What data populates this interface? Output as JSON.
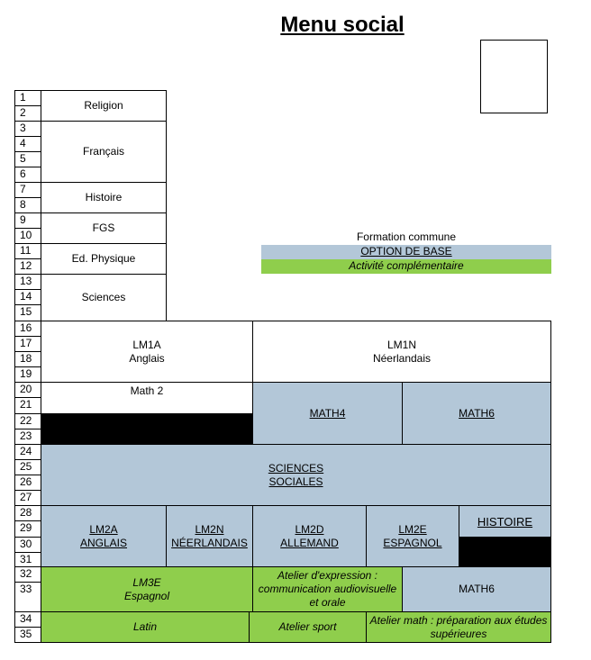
{
  "title": "Menu social",
  "row_numbers": [
    "1",
    "2",
    "3",
    "4",
    "5",
    "6",
    "7",
    "8",
    "9",
    "10",
    "11",
    "12",
    "13",
    "14",
    "15",
    "16",
    "17",
    "18",
    "19",
    "20",
    "21",
    "22",
    "23",
    "24",
    "25",
    "26",
    "27",
    "28",
    "29",
    "30",
    "31",
    "32",
    "33",
    "34",
    "35"
  ],
  "common": {
    "religion": "Religion",
    "francais": "Français",
    "histoire": "Histoire",
    "fgs": "FGS",
    "ed_physique": "Ed. Physique",
    "sciences": "Sciences"
  },
  "legend": {
    "formation_commune": "Formation commune",
    "option_de_base": "OPTION DE BASE",
    "activite_complementaire": "Activité complémentaire"
  },
  "lm1a": {
    "line1": "LM1A",
    "line2": "Anglais"
  },
  "lm1n": {
    "line1": "LM1N",
    "line2": "Néerlandais"
  },
  "math2": "Math 2",
  "math4": "MATH4",
  "math6_top": "MATH6",
  "sciences_sociales": {
    "line1": "SCIENCES",
    "line2": "SOCIALES"
  },
  "lm2a": {
    "line1": "LM2A",
    "line2": "ANGLAIS"
  },
  "lm2n": {
    "line1": "LM2N",
    "line2": "NÉERLANDAIS"
  },
  "lm2d": {
    "line1": "LM2D",
    "line2": "ALLEMAND"
  },
  "lm2e": {
    "line1": "LM2E",
    "line2": "ESPAGNOL"
  },
  "histoire_option": "HISTOIRE",
  "lm3e": {
    "line1": "LM3E",
    "line2": "Espagnol"
  },
  "atelier_expression": {
    "line1": "Atelier d'expression :",
    "line2": "communication audiovisuelle",
    "line3": "et orale"
  },
  "math6_bottom": "MATH6",
  "latin": "Latin",
  "atelier_sport": "Atelier sport",
  "atelier_math": {
    "line1": "Atelier math : préparation aux études",
    "line2": "supérieures"
  },
  "colors": {
    "option": "#b3c7d8",
    "activite": "#8fce4c"
  }
}
